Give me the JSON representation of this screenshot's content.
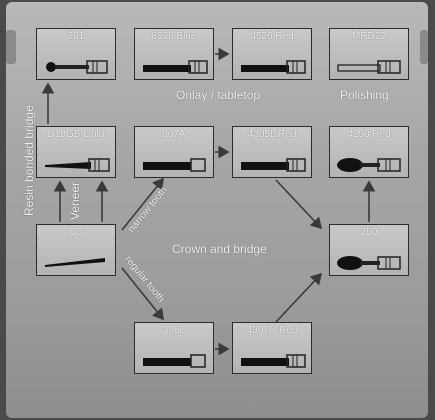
{
  "boxes": {
    "b201": "201",
    "b8526": "8526 Blue",
    "b4526": "4526 Red",
    "bmrd22": "MRD22",
    "bd1": "D18GB Gold",
    "b307a": "307A",
    "b4305l": "4305L Red",
    "b4250": "4250 Red",
    "bd3": "D3",
    "b250": "250",
    "b305l": "305L",
    "b4307n": "4307N Red"
  },
  "labels": {
    "onlay": "Onlay / tabletop",
    "polishing": "Polishing",
    "crown": "Crown and bridge",
    "resin": "Resin bonded bridge",
    "veneer": "Veneer",
    "narrow": "narrow tooth",
    "regular": "regular tooth"
  }
}
